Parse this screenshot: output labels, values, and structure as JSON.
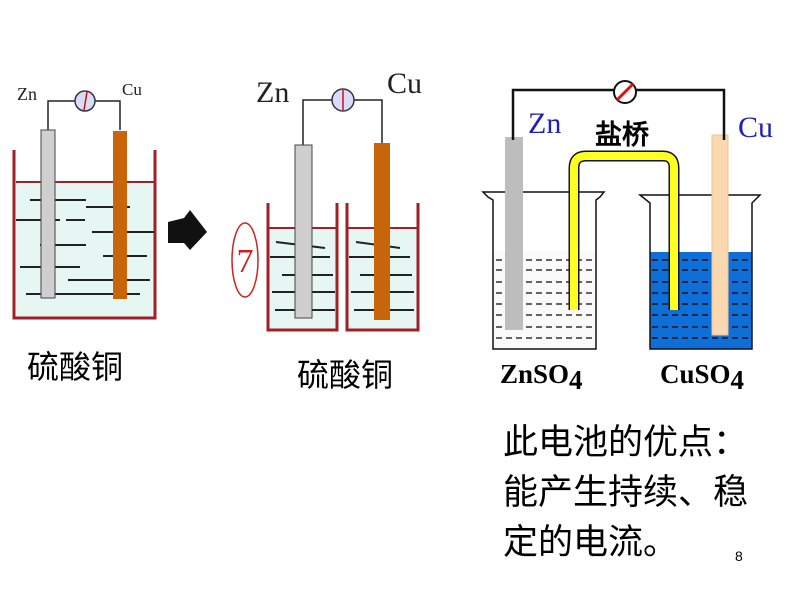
{
  "diagram1": {
    "anode": "Zn",
    "cathode": "Cu",
    "solution": "硫酸铜"
  },
  "diagram2": {
    "marker": "7",
    "anode": "Zn",
    "cathode": "Cu",
    "solution": "硫酸铜"
  },
  "diagram3": {
    "anode": "Zn",
    "cathode": "Cu",
    "bridge": "盐桥",
    "left_solution": "ZnSO",
    "left_sub": "4",
    "right_solution": "CuSO",
    "right_sub": "4"
  },
  "description": [
    "此电池的优点：",
    "能产生持续、稳",
    "定的电流。"
  ],
  "page_number": "8",
  "colors": {
    "beaker": "#a0202a",
    "liquid": "#dff3ec",
    "zinc": "#c8c8c8",
    "copper": "#c8640a",
    "bridge": "#ffff22",
    "cuso4": "#0f6fd8",
    "label_blue": "#2020c0"
  }
}
